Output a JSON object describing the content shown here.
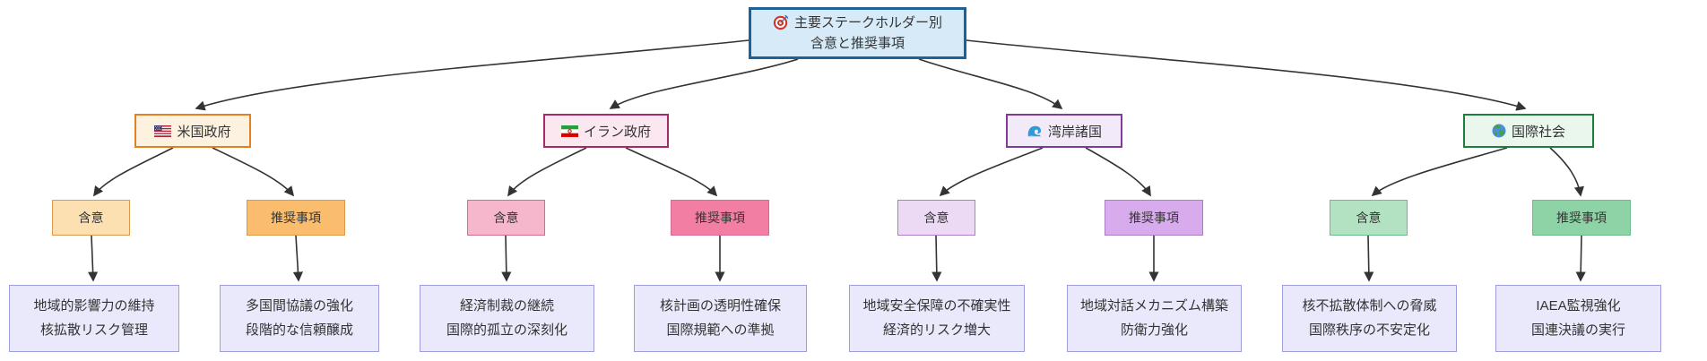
{
  "root": {
    "icon": "target-icon",
    "title_line1": "主要ステークホルダー別",
    "title_line2": "含意と推奨事項"
  },
  "branches": [
    {
      "label": "米国政府",
      "icon": "us-flag-icon",
      "implication": {
        "label": "含意",
        "lines": [
          "地域的影響力の維持",
          "核拡散リスク管理"
        ]
      },
      "recommendation": {
        "label": "推奨事項",
        "lines": [
          "多国間協議の強化",
          "段階的な信頼醸成"
        ]
      },
      "colors": {
        "border": "#e67e22",
        "header_bg": "#fdf1e0",
        "implication_bg": "#fce0b2",
        "recommendation_bg": "#fabd6e"
      }
    },
    {
      "label": "イラン政府",
      "icon": "iran-flag-icon",
      "implication": {
        "label": "含意",
        "lines": [
          "経済制裁の継続",
          "国際的孤立の深刻化"
        ]
      },
      "recommendation": {
        "label": "推奨事項",
        "lines": [
          "核計画の透明性確保",
          "国際規範への準拠"
        ]
      },
      "colors": {
        "border": "#a62a6a",
        "header_bg": "#fbe7ef",
        "implication_bg": "#f6b6cb",
        "recommendation_bg": "#f27ea4"
      }
    },
    {
      "label": "湾岸諸国",
      "icon": "wave-icon",
      "implication": {
        "label": "含意",
        "lines": [
          "地域安全保障の不確実性",
          "経済的リスク増大"
        ]
      },
      "recommendation": {
        "label": "推奨事項",
        "lines": [
          "地域対話メカニズム構築",
          "防衛力強化"
        ]
      },
      "colors": {
        "border": "#7d3c98",
        "header_bg": "#f3eaf9",
        "implication_bg": "#ecdaf5",
        "recommendation_bg": "#d7abec"
      }
    },
    {
      "label": "国際社会",
      "icon": "globe-icon",
      "implication": {
        "label": "含意",
        "lines": [
          "核不拡散体制への脅威",
          "国際秩序の不安定化"
        ]
      },
      "recommendation": {
        "label": "推奨事項",
        "lines": [
          "IAEA監視強化",
          "国連決議の実行"
        ]
      },
      "colors": {
        "border": "#1e7e3e",
        "header_bg": "#eaf7ed",
        "implication_bg": "#b3e2c3",
        "recommendation_bg": "#8ed3a6"
      }
    }
  ],
  "colors": {
    "root_border": "#1b6299",
    "root_bg": "#d6eaf8",
    "leaf_bg": "#e9e9fb",
    "leaf_border": "#9e9ede",
    "edge": "#333333"
  }
}
